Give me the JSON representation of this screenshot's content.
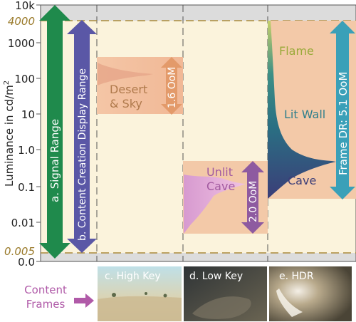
{
  "y_axis": {
    "label": "Luminance in cd/m",
    "label_superscript": "2",
    "ticks": [
      "10k",
      "1000",
      "100",
      "10",
      "1.0",
      "0.1",
      "0.01",
      "0.0"
    ],
    "signal_limits": [
      "4000",
      "0.005"
    ]
  },
  "arrows": {
    "signal_range": "a. Signal Range",
    "content_creation_range": "b. Content Creation Display Range"
  },
  "panels": {
    "high_key": {
      "label_line1": "Desert",
      "label_line2": "& Sky",
      "range": "1.6 OoM"
    },
    "low_key": {
      "label_line1": "Unlit",
      "label_line2": "Cave",
      "range": "2.0 OoM"
    },
    "hdr": {
      "flame": "Flame",
      "lit_wall": "Lit Wall",
      "cave": "Cave",
      "range": "Frame DR: 5.1 OoM"
    }
  },
  "frames": {
    "label_line1": "Content",
    "label_line2": "Frames",
    "thumbnails": [
      "c. High Key",
      "d. Low Key",
      "e. HDR"
    ]
  },
  "colors": {
    "signal_arrow": "#1f8a4c",
    "display_arrow": "#5a57a6",
    "high_key_arrow": "#e39a6a",
    "low_key_arrow": "#8e5aa0",
    "hdr_arrow": "#3aa0b8",
    "plot_background": "#fbf3dc",
    "limit_line": "#a9893b",
    "frames_label": "#b05aa8"
  }
}
